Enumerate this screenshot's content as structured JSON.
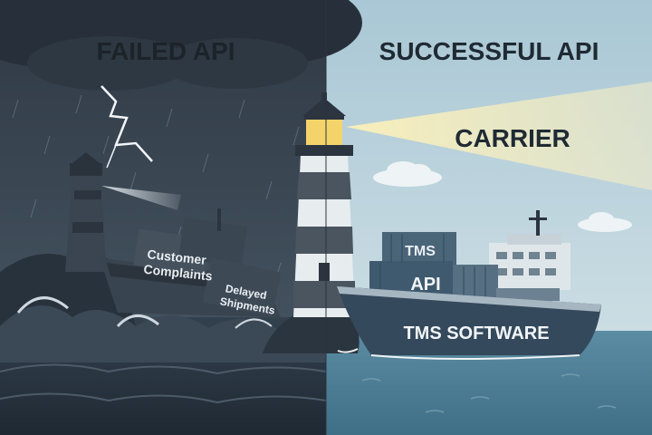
{
  "left_panel": {
    "title": "FAILED API",
    "container_text_1_line1": "Customer",
    "container_text_1_line2": "Complaints",
    "container_text_2_line1": "Delayed",
    "container_text_2_line2": "Shipments"
  },
  "right_panel": {
    "title": "SUCCESSFUL API",
    "beam_label": "CARRIER",
    "container_tms": "TMS",
    "container_api": "API",
    "hull_label": "TMS SOFTWARE"
  },
  "colors": {
    "storm_sky": "#3b4654",
    "calm_sky": "#b9d3de",
    "storm_sea": "#2c3a48",
    "calm_sea": "#5f8fa6",
    "title_dark": "#1f2a33",
    "lamp_glow": "#f4d46a"
  }
}
